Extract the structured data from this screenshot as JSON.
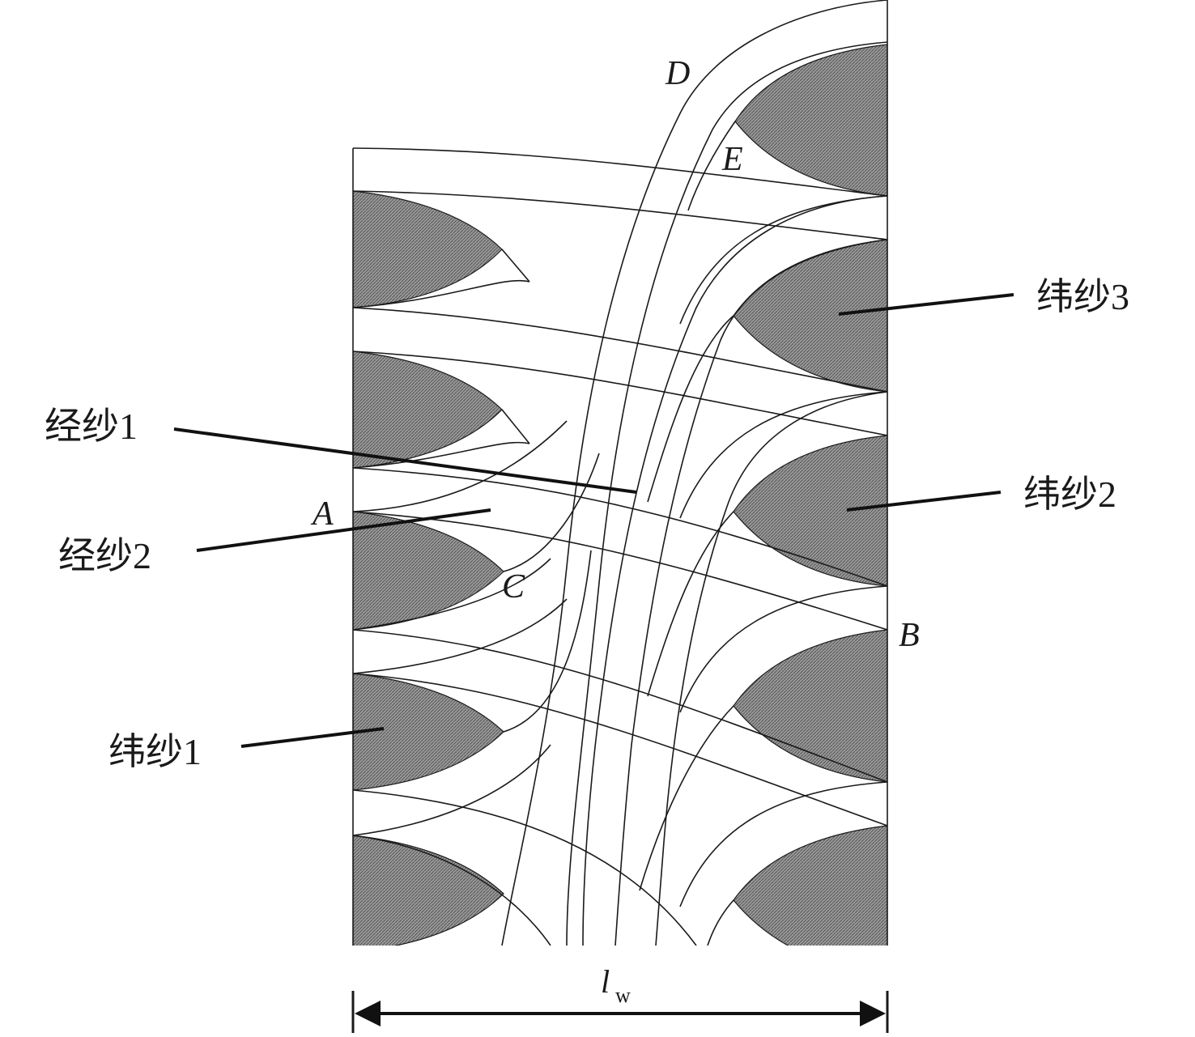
{
  "labels": {
    "warp1": "经纱1",
    "warp2": "经纱2",
    "weft1": "纬纱1",
    "weft2": "纬纱2",
    "weft3": "纬纱3",
    "A": "A",
    "B": "B",
    "C": "C",
    "D": "D",
    "E": "E",
    "width_l": "l",
    "width_sub": "w"
  },
  "colors": {
    "weft_fill": "#8a8a8a",
    "line": "#1a1a1a",
    "background": "#ffffff"
  }
}
